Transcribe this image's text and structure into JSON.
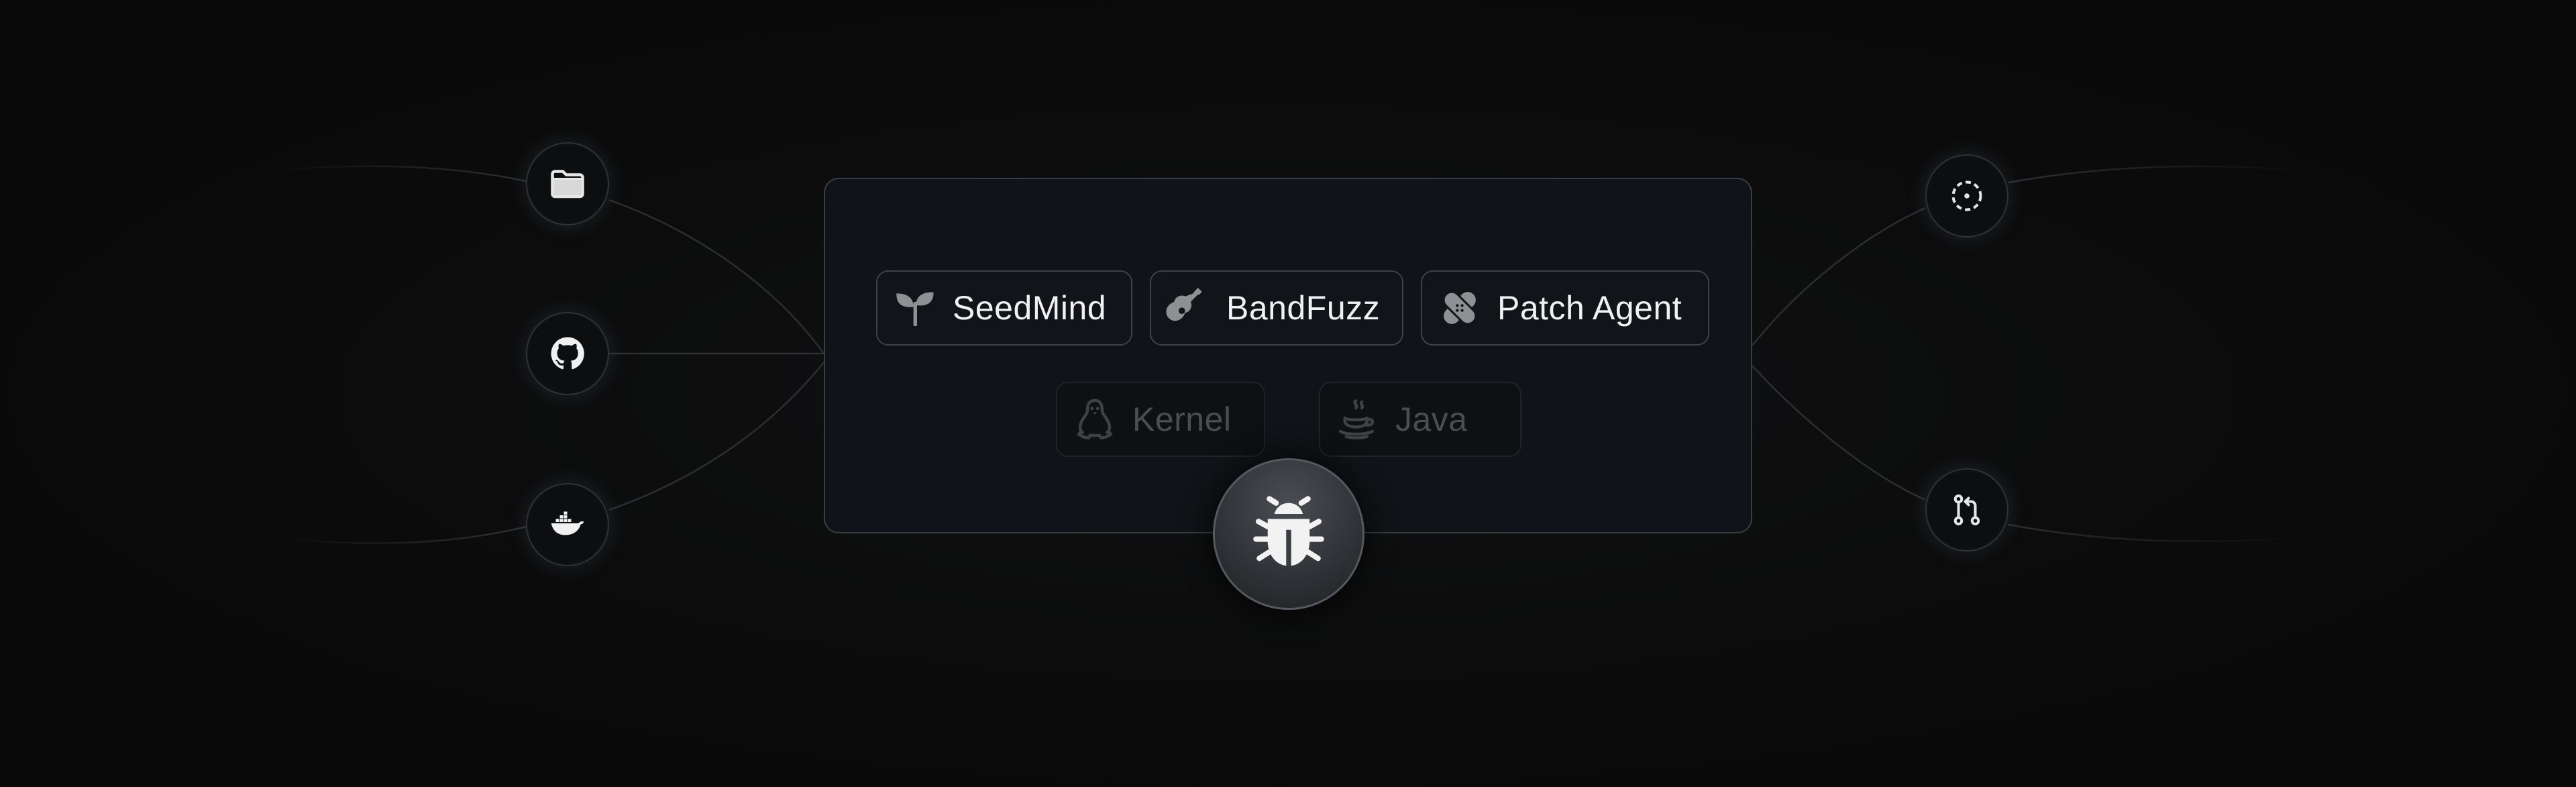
{
  "diagram": {
    "sources": [
      {
        "name": "folder",
        "icon": "folder-icon"
      },
      {
        "name": "github",
        "icon": "github-icon"
      },
      {
        "name": "docker",
        "icon": "docker-icon"
      }
    ],
    "outputs": [
      {
        "name": "target",
        "icon": "dashed-target-icon"
      },
      {
        "name": "pull-request",
        "icon": "git-pull-request-icon"
      }
    ],
    "components": [
      {
        "label": "SeedMind",
        "icon": "sprout-icon"
      },
      {
        "label": "BandFuzz",
        "icon": "guitar-icon"
      },
      {
        "label": "Patch Agent",
        "icon": "bandage-icon"
      }
    ],
    "targets": [
      {
        "label": "Kernel",
        "icon": "linux-penguin-icon"
      },
      {
        "label": "Java",
        "icon": "java-cup-icon"
      }
    ],
    "center_icon": "bug-icon"
  },
  "colors": {
    "background": "#0b0b0b",
    "panel": "#101317",
    "panel_border": "#3a3e44",
    "chip_text": "#f1f1f1",
    "chip_text_dim": "#4a4d52",
    "connector": "#2a2d31"
  }
}
